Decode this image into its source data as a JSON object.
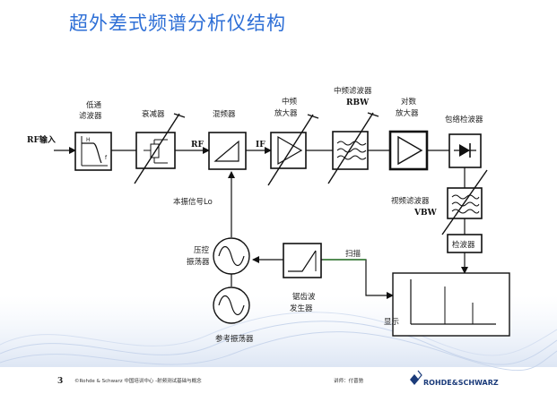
{
  "slide": {
    "title": "超外差式频谱分析仪结构",
    "page_number": "3",
    "footer_left": "©Rohde & Schwarz 中国培训中心 -射频测试基础与概念",
    "footer_mid": "讲师：付晋驰",
    "brand": "ROHDE&SCHWARZ"
  },
  "diagram": {
    "rf_input": "RF输入",
    "lowpass_line1": "低通",
    "lowpass_line2": "滤波器",
    "lowpass_h": "H",
    "lowpass_f": "f",
    "attenuator": "衰减器",
    "mixer": "混频器",
    "rf_label": "RF",
    "if_label": "IF",
    "if_amp_line1": "中频",
    "if_amp_line2": "放大器",
    "if_filter": "中频滤波器",
    "rbw": "RBW",
    "log_amp_line1": "对数",
    "log_amp_line2": "放大器",
    "envelope_detector": "包络检波器",
    "video_filter": "视频滤波器",
    "vbw": "VBW",
    "detector": "检波器",
    "lo_signal": "本振信号Lo",
    "vco_line1": "压控",
    "vco_line2": "振荡器",
    "ref_osc": "参考振荡器",
    "sawtooth_line1": "锯齿波",
    "sawtooth_line2": "发生器",
    "sweep": "扫描",
    "display": "显示"
  },
  "colors": {
    "title": "#2e6fd6",
    "block_stroke": "#111111",
    "sweep_line": "#2f7a2f"
  }
}
